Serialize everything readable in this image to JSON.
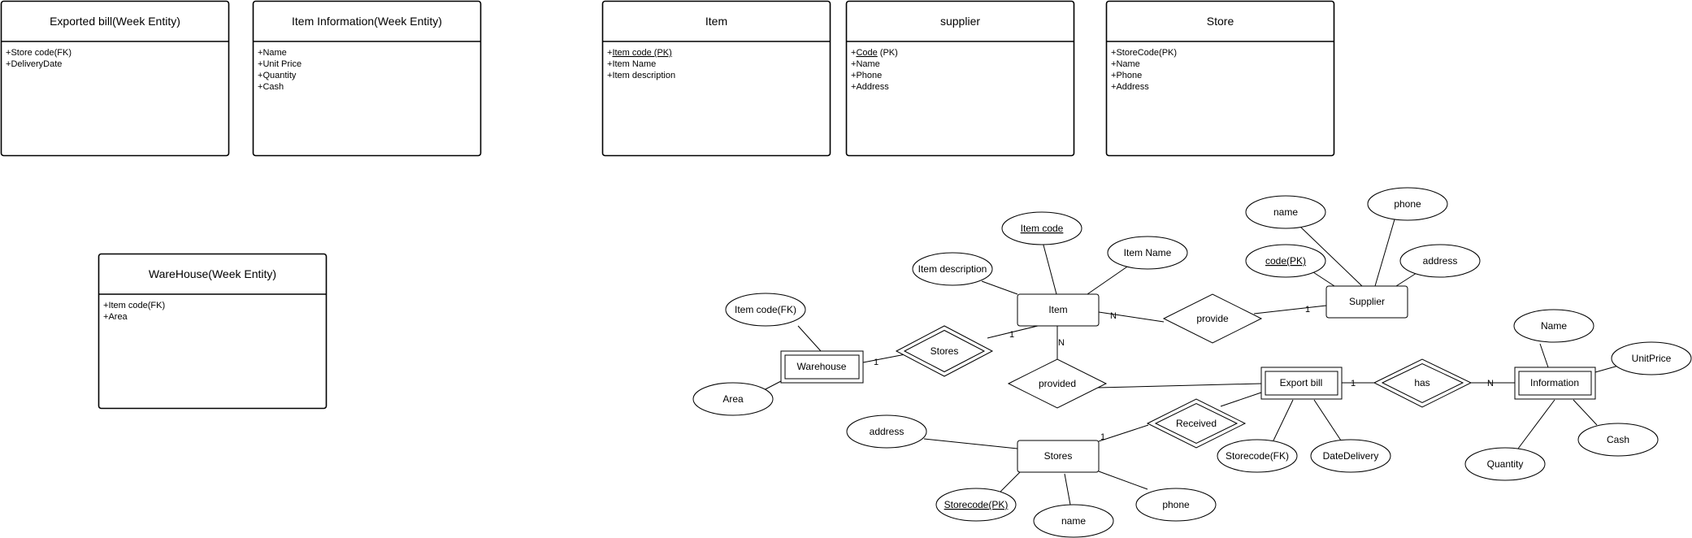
{
  "tables": [
    {
      "title": "Exported bill(Week Entity)",
      "rows": [
        {
          "plus": "+",
          "u": "",
          "rest": "Store code(FK)"
        },
        {
          "plus": "+",
          "u": "",
          "rest": "DeliveryDate"
        }
      ]
    },
    {
      "title": "Item Information(Week Entity)",
      "rows": [
        {
          "plus": "+",
          "u": "",
          "rest": "Name"
        },
        {
          "plus": "+",
          "u": "",
          "rest": "Unit Price"
        },
        {
          "plus": "+",
          "u": "",
          "rest": "Quantity"
        },
        {
          "plus": "+",
          "u": "",
          "rest": "Cash"
        }
      ]
    },
    {
      "title": "Item",
      "rows": [
        {
          "plus": "+",
          "u": "Item code (PK)",
          "rest": ""
        },
        {
          "plus": "+",
          "u": "",
          "rest": "Item  Name"
        },
        {
          "plus": "+",
          "u": "",
          "rest": "Item description"
        }
      ]
    },
    {
      "title": "supplier",
      "rows": [
        {
          "plus": "+",
          "u": "Code",
          "rest": " (PK)"
        },
        {
          "plus": "+",
          "u": "",
          "rest": "Name"
        },
        {
          "plus": "+",
          "u": "",
          "rest": "Phone"
        },
        {
          "plus": "+",
          "u": "",
          "rest": "Address"
        }
      ]
    },
    {
      "title": "Store",
      "rows": [
        {
          "plus": "+",
          "u": "",
          "rest": "StoreCode(PK)"
        },
        {
          "plus": "+",
          "u": "",
          "rest": "Name"
        },
        {
          "plus": "+",
          "u": "",
          "rest": "Phone"
        },
        {
          "plus": "+",
          "u": "",
          "rest": "Address"
        }
      ]
    },
    {
      "title": "WareHouse(Week Entity)",
      "rows": [
        {
          "plus": "+",
          "u": "",
          "rest": "Item code(FK)"
        },
        {
          "plus": "+",
          "u": "",
          "rest": "Area"
        }
      ]
    }
  ],
  "entities": {
    "item": "Item",
    "supplier": "Supplier",
    "warehouse": "Warehouse",
    "export_bill": "Export bill",
    "information": "Information",
    "stores": "Stores"
  },
  "relationships": {
    "provide": "provide",
    "stores": "Stores",
    "provided": "provided",
    "has": "has",
    "received": "Received"
  },
  "attributes": {
    "item_code": "Item code",
    "item_name": "Item  Name",
    "item_description": "Item description",
    "supplier_name": "name",
    "supplier_phone": "phone",
    "supplier_code": "code(PK)",
    "supplier_address": "address",
    "wh_item_code": "Item code(FK)",
    "wh_area": "Area",
    "info_name": "Name",
    "info_unitprice": "UnitPrice",
    "info_cash": "Cash",
    "info_quantity": "Quantity",
    "eb_storecode": "Storecode(FK)",
    "eb_datedelivery": "DateDelivery",
    "st_address": "address",
    "st_storecode": "Storecode(PK)",
    "st_name": "name",
    "st_phone": "phone"
  },
  "cardinalities": {
    "item_provide": "N",
    "provide_supplier": "1",
    "item_stores": "1",
    "stores_warehouse": "1",
    "item_provided": "N",
    "eb_has": "1",
    "has_info": "N",
    "received_stores": "1"
  }
}
